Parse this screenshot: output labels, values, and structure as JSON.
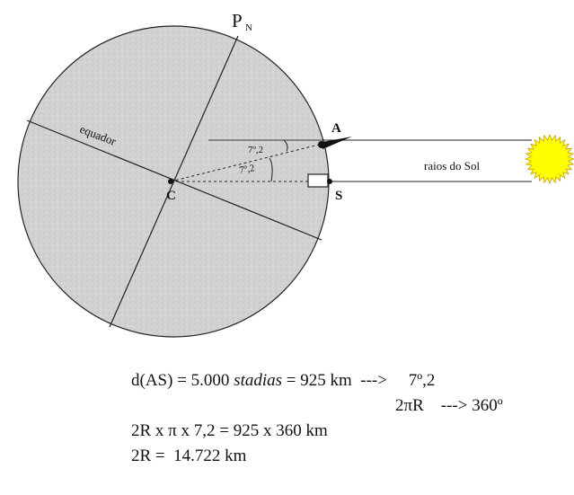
{
  "diagram": {
    "labels": {
      "north_pole": "P",
      "north_pole_sub": "N",
      "equator": "equador",
      "point_a": "A",
      "point_s": "S",
      "center": "C",
      "sun_rays": "raios do Sol",
      "angle_top": "7º,2",
      "angle_center": "7º,2"
    },
    "colors": {
      "earth_fill": "#d0d0d0",
      "sun_fill": "#ffff00",
      "sun_stroke": "#c8a000",
      "line": "#222222"
    }
  },
  "equations": {
    "line1_a": "d(AS) = 5.000 ",
    "line1_b": "stadias",
    "line1_c": " = 925 km  --->     7º,2",
    "line2": "2πR    ---> 360º",
    "line3": "2R x π x 7,2 = 925 x 360 km",
    "line4": "2R =  14.722 km"
  }
}
